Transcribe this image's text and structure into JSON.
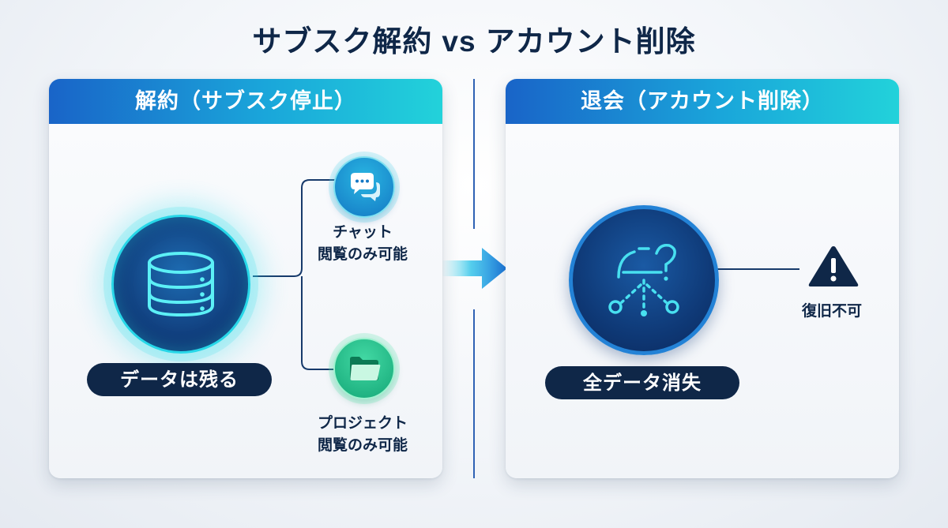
{
  "title": {
    "left": "サブスク解約",
    "vs": "vs",
    "right": "アカウント削除"
  },
  "left_card": {
    "header": "解約（サブスク停止）",
    "central_pill": "データは残る",
    "branches": [
      {
        "line1": "チャット",
        "line2": "閲覧のみ可能",
        "icon": "chat-bubbles-icon"
      },
      {
        "line1": "プロジェクト",
        "line2": "閲覧のみ可能",
        "icon": "folder-icon"
      }
    ],
    "central_icon": "database-icon"
  },
  "right_card": {
    "header": "退会（アカウント削除）",
    "central_pill": "全データ消失",
    "central_icon": "broken-network-question-icon",
    "warning_label": "復旧不可",
    "warning_icon": "warning-triangle-icon"
  },
  "colors": {
    "navy": "#0f2748",
    "header_gradient_start": "#1964c8",
    "header_gradient_end": "#22d2da",
    "accent_cyan": "#27d7e8",
    "accent_green": "#14a777"
  }
}
